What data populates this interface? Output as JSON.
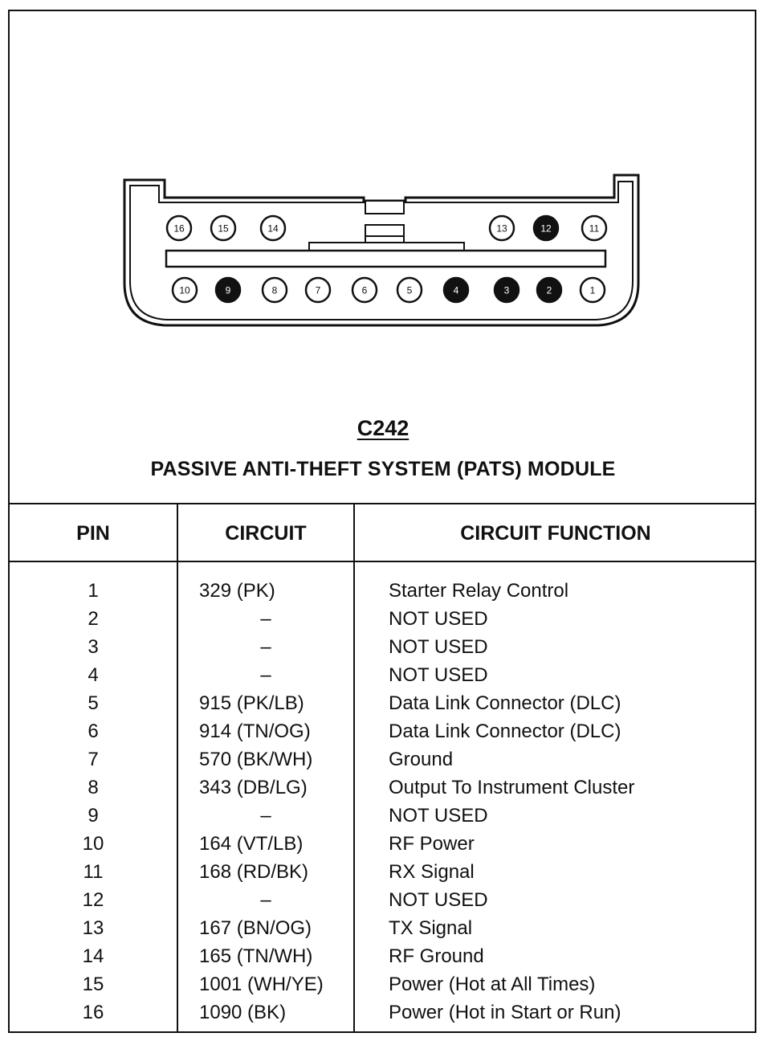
{
  "connector": {
    "id": "C242",
    "name": "PASSIVE ANTI-THEFT SYSTEM (PATS) MODULE",
    "top_row_pins": [
      {
        "number": "16",
        "used": true
      },
      {
        "number": "15",
        "used": true
      },
      {
        "number": "14",
        "used": true
      },
      {
        "number": "13",
        "used": true
      },
      {
        "number": "12",
        "used": false
      },
      {
        "number": "11",
        "used": true
      }
    ],
    "bottom_row_pins": [
      {
        "number": "10",
        "used": true
      },
      {
        "number": "9",
        "used": false
      },
      {
        "number": "8",
        "used": true
      },
      {
        "number": "7",
        "used": true
      },
      {
        "number": "6",
        "used": true
      },
      {
        "number": "5",
        "used": true
      },
      {
        "number": "4",
        "used": false
      },
      {
        "number": "3",
        "used": false
      },
      {
        "number": "2",
        "used": false
      },
      {
        "number": "1",
        "used": true
      }
    ]
  },
  "table": {
    "headers": {
      "pin": "PIN",
      "circuit": "CIRCUIT",
      "function": "CIRCUIT FUNCTION"
    },
    "rows": [
      {
        "pin": "1",
        "circuit": "329 (PK)",
        "function": "Starter Relay Control"
      },
      {
        "pin": "2",
        "circuit": "–",
        "function": "NOT USED"
      },
      {
        "pin": "3",
        "circuit": "–",
        "function": "NOT USED"
      },
      {
        "pin": "4",
        "circuit": "–",
        "function": "NOT USED"
      },
      {
        "pin": "5",
        "circuit": "915 (PK/LB)",
        "function": "Data Link Connector (DLC)"
      },
      {
        "pin": "6",
        "circuit": "914 (TN/OG)",
        "function": "Data Link Connector (DLC)"
      },
      {
        "pin": "7",
        "circuit": "570 (BK/WH)",
        "function": "Ground"
      },
      {
        "pin": "8",
        "circuit": "343 (DB/LG)",
        "function": "Output To Instrument Cluster"
      },
      {
        "pin": "9",
        "circuit": "–",
        "function": "NOT USED"
      },
      {
        "pin": "10",
        "circuit": "164 (VT/LB)",
        "function": "RF Power"
      },
      {
        "pin": "11",
        "circuit": "168 (RD/BK)",
        "function": "RX Signal"
      },
      {
        "pin": "12",
        "circuit": "–",
        "function": "NOT USED"
      },
      {
        "pin": "13",
        "circuit": "167 (BN/OG)",
        "function": "TX Signal"
      },
      {
        "pin": "14",
        "circuit": "165 (TN/WH)",
        "function": "RF Ground"
      },
      {
        "pin": "15",
        "circuit": "1001 (WH/YE)",
        "function": "Power (Hot at All Times)"
      },
      {
        "pin": "16",
        "circuit": "1090 (BK)",
        "function": "Power (Hot in Start or Run)"
      }
    ]
  }
}
